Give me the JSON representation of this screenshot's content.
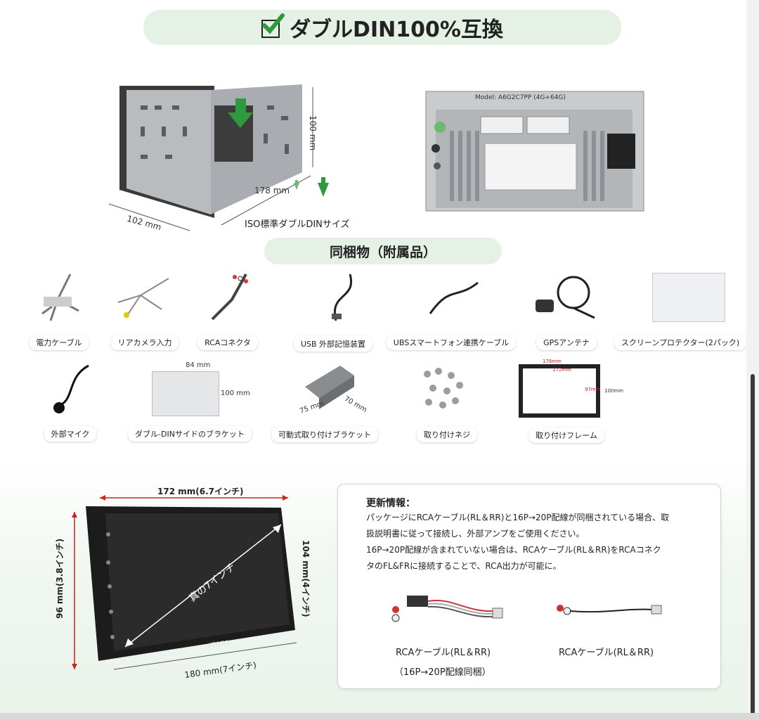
{
  "title": "ダブルDIN100%互換",
  "unit_dims": {
    "height": "100 mm",
    "width": "178 mm",
    "depth": "102 mm",
    "iso_label": "ISO標準ダブルDINサイズ"
  },
  "rear_panel": {
    "model": "Model: A6G2C7PP (4G+64G)"
  },
  "accessories": {
    "heading": "同梱物（附属品）",
    "row1": [
      "電力ケーブル",
      "リアカメラ入力",
      "RCAコネクタ",
      "USB 外部記憶装置",
      "UBSスマートフォン連携ケーブル",
      "GPSアンテナ",
      "スクリーンプロテクター(2パック)"
    ],
    "row2": [
      "外部マイク",
      "ダブル-DINサイドのブラケット",
      "可動式取り付けブラケット",
      "取り付けネジ",
      "取り付けフレーム"
    ],
    "bracket_dims": {
      "w": "84 mm",
      "h": "100 mm"
    },
    "mount_dims": {
      "a": "70 mm",
      "b": "75 mm"
    },
    "frame_dims": {
      "outer_w": "178mm",
      "inner_w": "172mm",
      "inner_h": "97mm",
      "outer_h": "100mm"
    }
  },
  "screen": {
    "top": "172 mm(6.7インチ)",
    "left": "96 mm(3.8インチ)",
    "right": "104 mm(4インチ)",
    "bottom": "180 mm(7インチ)",
    "diag": "真の7インチ",
    "brand": "ATOTO"
  },
  "update": {
    "title": "更新情報：",
    "lines": [
      "パッケージにRCAケーブル(RL＆RR)と16P→20P配線が同梱されている場合、取",
      "扱説明書に従って接続し、外部アンプをご使用ください。",
      "16P→20P配線が含まれていない場合は、RCAケーブル(RL＆RR)をRCAコネク",
      "タのFL&FRに接続することで、RCA出力が可能に。"
    ],
    "cable1_line1": "RCAケーブル(RL＆RR)",
    "cable1_line2": "（16P→20P配線同梱）",
    "cable2": "RCAケーブル(RL＆RR)"
  },
  "colors": {
    "accent_green": "#2e9a3e",
    "pill_bg": "#e6f1e6",
    "dim_red": "#cc2222"
  }
}
